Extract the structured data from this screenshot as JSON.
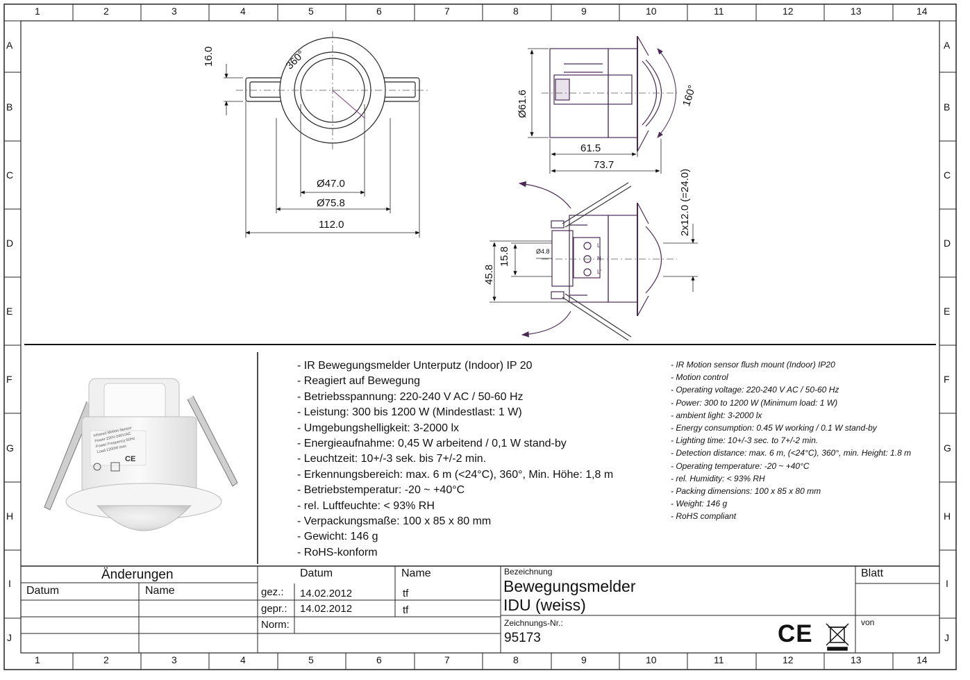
{
  "frame": {
    "columns": [
      "1",
      "2",
      "3",
      "4",
      "5",
      "6",
      "7",
      "8",
      "9",
      "10",
      "11",
      "12",
      "13",
      "14"
    ],
    "rows": [
      "A",
      "B",
      "C",
      "D",
      "E",
      "F",
      "G",
      "H",
      "I",
      "J"
    ]
  },
  "drawing": {
    "top_view": {
      "dim_height": "16.0",
      "dim_angle": "360°",
      "dim_d_inner": "Ø47.0",
      "dim_d_outer": "Ø75.8",
      "dim_width": "112.0"
    },
    "side_view": {
      "dim_diameter": "Ø61.6",
      "dim_angle": "160°",
      "dim_depth": "61.5",
      "dim_total": "73.7"
    },
    "terminal_view": {
      "dim_spring": "2x12.0 (=24.0)",
      "dim_hole": "Ø4.8",
      "dim_inner": "15.8",
      "dim_outer": "45.8",
      "terminals": [
        "L",
        "N",
        "L'"
      ]
    }
  },
  "photo": {
    "label_lines": [
      "Infrared Motion Sensor",
      "Power:220V-240V/AC",
      "Power Frequency:50Hz",
      "Load:1200W      max"
    ],
    "ce_mark": "CE"
  },
  "specs_de": [
    "- IR Bewegungsmelder Unterputz (Indoor) IP 20",
    "- Reagiert auf Bewegung",
    "- Betriebsspannung: 220-240 V AC / 50-60 Hz",
    "- Leistung: 300 bis 1200 W (Mindestlast: 1 W)",
    "- Umgebungshelligkeit: 3-2000 lx",
    "- Energieaufnahme: 0,45 W arbeitend / 0,1 W stand-by",
    "- Leuchtzeit: 10+/-3 sek. bis 7+/-2 min.",
    "- Erkennungsbereich: max. 6 m (<24°C), 360°, Min. Höhe: 1,8 m",
    "- Betriebstemperatur: -20 ~ +40°C",
    "- rel. Luftfeuchte: < 93% RH",
    "- Verpackungsmaße: 100 x 85 x 80 mm",
    "- Gewicht: 146 g",
    "- RoHS-konform"
  ],
  "specs_en": [
    "- IR Motion sensor flush mount (Indoor) IP20",
    "- Motion control",
    "- Operating voltage: 220-240 V AC / 50-60 Hz",
    "- Power: 300 to 1200 W (Minimum load: 1 W)",
    "- ambient light: 3-2000 lx",
    "- Energy consumption: 0.45 W working / 0.1 W stand-by",
    "- Lighting time: 10+/-3 sec. to 7+/-2 min.",
    "- Detection distance: max. 6 m, (<24°C), 360°, min. Height: 1.8 m",
    "- Operating temperature: -20 ~ +40°C",
    "- rel. Humidity: < 93% RH",
    "- Packing dimensions: 100 x 85 x 80 mm",
    "- Weight: 146 g",
    "- RoHS compliant"
  ],
  "title_block": {
    "changes_title": "Änderungen",
    "changes_date_label": "Datum",
    "changes_name_label": "Name",
    "date_header": "Datum",
    "name_header": "Name",
    "drawn_label": "gez.:",
    "drawn_date": "14.02.2012",
    "drawn_name": "tf",
    "checked_label": "gepr.:",
    "checked_date": "14.02.2012",
    "checked_name": "tf",
    "norm_label": "Norm:",
    "designation_label": "Bezeichnung",
    "designation_line1": "Bewegungsmelder",
    "designation_line2": "IDU (weiss)",
    "drawing_no_label": "Zeichnungs-Nr.:",
    "drawing_no": "95173",
    "sheet_label": "Blatt",
    "of_label": "von",
    "ce_mark": "CE"
  }
}
